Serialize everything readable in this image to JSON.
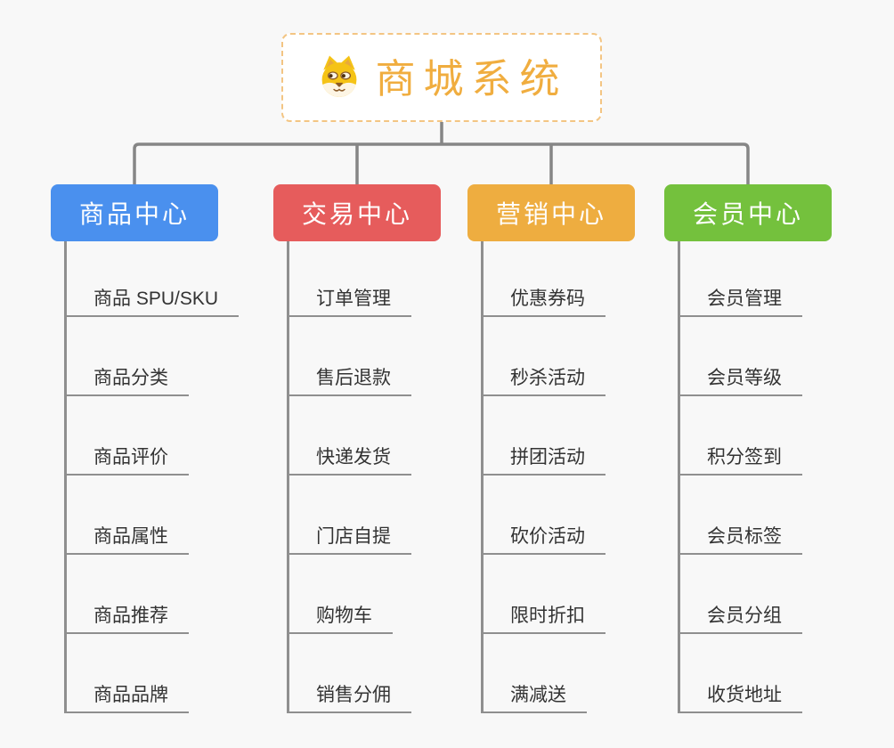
{
  "root": {
    "title": "商城系统",
    "icon": "dog-face-icon"
  },
  "branches": [
    {
      "label": "商品中心",
      "color": "#4a90ee",
      "items": [
        "商品 SPU/SKU",
        "商品分类",
        "商品评价",
        "商品属性",
        "商品推荐",
        "商品品牌"
      ]
    },
    {
      "label": "交易中心",
      "color": "#e65c5c",
      "items": [
        "订单管理",
        "售后退款",
        "快递发货",
        "门店自提",
        "购物车",
        "销售分佣"
      ]
    },
    {
      "label": "营销中心",
      "color": "#eead40",
      "items": [
        "优惠券码",
        "秒杀活动",
        "拼团活动",
        "砍价活动",
        "限时折扣",
        "满减送"
      ]
    },
    {
      "label": "会员中心",
      "color": "#74c13d",
      "items": [
        "会员管理",
        "会员等级",
        "积分签到",
        "会员标签",
        "会员分组",
        "收货地址"
      ]
    }
  ],
  "colors": {
    "background": "#f8f8f8",
    "connector_line": "#868686",
    "item_underline": "#8f8f8f",
    "item_text": "#333333",
    "root_title_text": "#f0ad3f",
    "root_border": "#f3c583",
    "root_background": "#ffffff",
    "header_text": "#ffffff"
  }
}
